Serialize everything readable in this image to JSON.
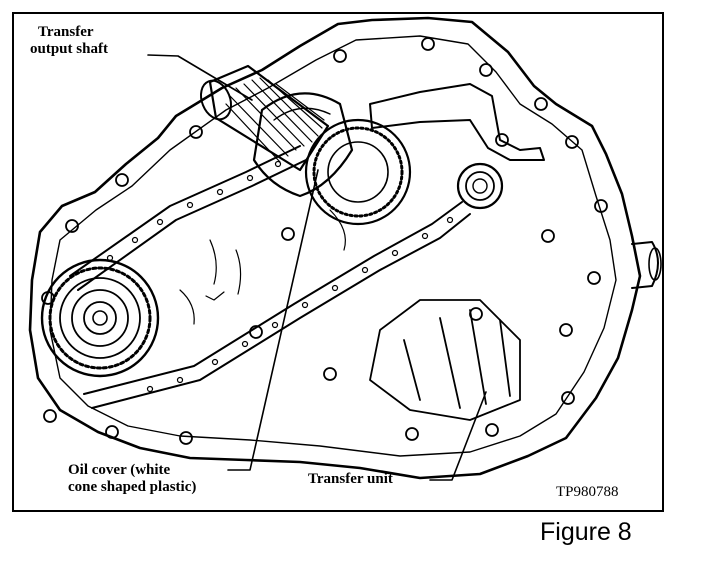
{
  "labels": {
    "transfer_output_shaft_line1": "Transfer",
    "transfer_output_shaft_line2": "output shaft",
    "oil_cover_line1": "Oil cover (white",
    "oil_cover_line2": "cone shaped plastic)",
    "transfer_unit": "Transfer unit",
    "image_code": "TP980788"
  },
  "caption": "Figure 8"
}
